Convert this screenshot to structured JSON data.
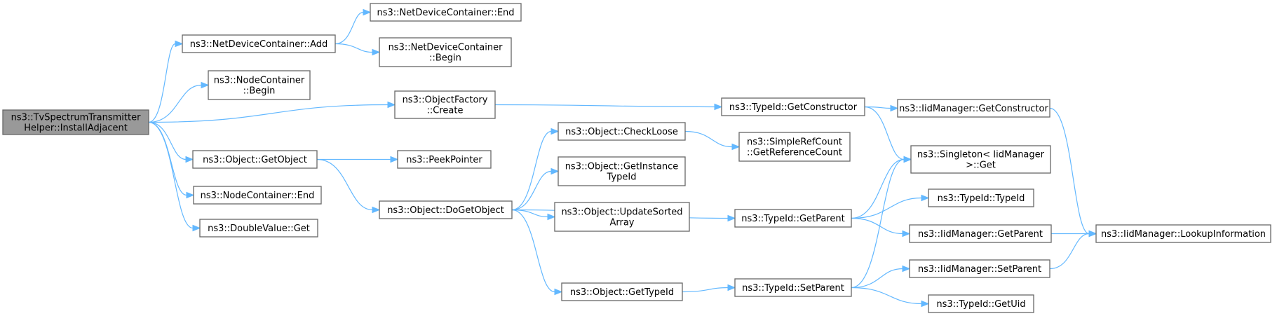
{
  "diagram": {
    "nodes": [
      {
        "id": "root",
        "lines": [
          "ns3::TvSpectrumTransmitter",
          "Helper::InstallAdjacent"
        ]
      },
      {
        "id": "ndc_add",
        "lines": [
          "ns3::NetDeviceContainer::Add"
        ]
      },
      {
        "id": "ndc_end",
        "lines": [
          "ns3::NetDeviceContainer::End"
        ]
      },
      {
        "id": "ndc_begin",
        "lines": [
          "ns3::NetDeviceContainer",
          "::Begin"
        ]
      },
      {
        "id": "nc_begin",
        "lines": [
          "ns3::NodeContainer",
          "::Begin"
        ]
      },
      {
        "id": "of_create",
        "lines": [
          "ns3::ObjectFactory",
          "::Create"
        ]
      },
      {
        "id": "obj_getobject",
        "lines": [
          "ns3::Object::GetObject"
        ]
      },
      {
        "id": "nc_end",
        "lines": [
          "ns3::NodeContainer::End"
        ]
      },
      {
        "id": "dv_get",
        "lines": [
          "ns3::DoubleValue::Get"
        ]
      },
      {
        "id": "peekpointer",
        "lines": [
          "ns3::PeekPointer"
        ]
      },
      {
        "id": "obj_dogetobject",
        "lines": [
          "ns3::Object::DoGetObject"
        ]
      },
      {
        "id": "obj_checkloose",
        "lines": [
          "ns3::Object::CheckLoose"
        ]
      },
      {
        "id": "obj_getinstance",
        "lines": [
          "ns3::Object::GetInstance",
          "TypeId"
        ]
      },
      {
        "id": "obj_updatesorted",
        "lines": [
          "ns3::Object::UpdateSorted",
          "Array"
        ]
      },
      {
        "id": "obj_gettypeid",
        "lines": [
          "ns3::Object::GetTypeId"
        ]
      },
      {
        "id": "srefcount",
        "lines": [
          "ns3::SimpleRefCount",
          "::GetReferenceCount"
        ]
      },
      {
        "id": "tid_getconstructor",
        "lines": [
          "ns3::TypeId::GetConstructor"
        ]
      },
      {
        "id": "tid_getparent",
        "lines": [
          "ns3::TypeId::GetParent"
        ]
      },
      {
        "id": "tid_setparent",
        "lines": [
          "ns3::TypeId::SetParent"
        ]
      },
      {
        "id": "iid_getconstructor",
        "lines": [
          "ns3::IidManager::GetConstructor"
        ]
      },
      {
        "id": "singleton_get",
        "lines": [
          "ns3::Singleton< IidManager",
          " >::Get"
        ]
      },
      {
        "id": "tid_typeid",
        "lines": [
          "ns3::TypeId::TypeId"
        ]
      },
      {
        "id": "iid_getparent",
        "lines": [
          "ns3::IidManager::GetParent"
        ]
      },
      {
        "id": "iid_setparent",
        "lines": [
          "ns3::IidManager::SetParent"
        ]
      },
      {
        "id": "tid_getuid",
        "lines": [
          "ns3::TypeId::GetUid"
        ]
      },
      {
        "id": "iid_lookup",
        "lines": [
          "ns3::IidManager::LookupInformation"
        ]
      }
    ],
    "edges": [
      [
        "root",
        "ndc_add"
      ],
      [
        "root",
        "nc_begin"
      ],
      [
        "root",
        "of_create"
      ],
      [
        "root",
        "obj_getobject"
      ],
      [
        "root",
        "nc_end"
      ],
      [
        "root",
        "dv_get"
      ],
      [
        "ndc_add",
        "ndc_end"
      ],
      [
        "ndc_add",
        "ndc_begin"
      ],
      [
        "of_create",
        "tid_getconstructor"
      ],
      [
        "obj_getobject",
        "peekpointer"
      ],
      [
        "obj_getobject",
        "obj_dogetobject"
      ],
      [
        "obj_dogetobject",
        "obj_checkloose"
      ],
      [
        "obj_dogetobject",
        "obj_getinstance"
      ],
      [
        "obj_dogetobject",
        "obj_updatesorted"
      ],
      [
        "obj_dogetobject",
        "tid_getparent"
      ],
      [
        "obj_dogetobject",
        "obj_gettypeid"
      ],
      [
        "obj_checkloose",
        "srefcount"
      ],
      [
        "obj_gettypeid",
        "tid_setparent"
      ],
      [
        "tid_getconstructor",
        "iid_getconstructor"
      ],
      [
        "tid_getconstructor",
        "singleton_get"
      ],
      [
        "iid_getconstructor",
        "iid_lookup"
      ],
      [
        "tid_getparent",
        "singleton_get"
      ],
      [
        "tid_getparent",
        "tid_typeid"
      ],
      [
        "tid_getparent",
        "iid_getparent"
      ],
      [
        "tid_setparent",
        "singleton_get"
      ],
      [
        "tid_setparent",
        "iid_setparent"
      ],
      [
        "tid_setparent",
        "tid_getuid"
      ],
      [
        "iid_getparent",
        "iid_lookup"
      ],
      [
        "iid_setparent",
        "iid_lookup"
      ]
    ]
  }
}
